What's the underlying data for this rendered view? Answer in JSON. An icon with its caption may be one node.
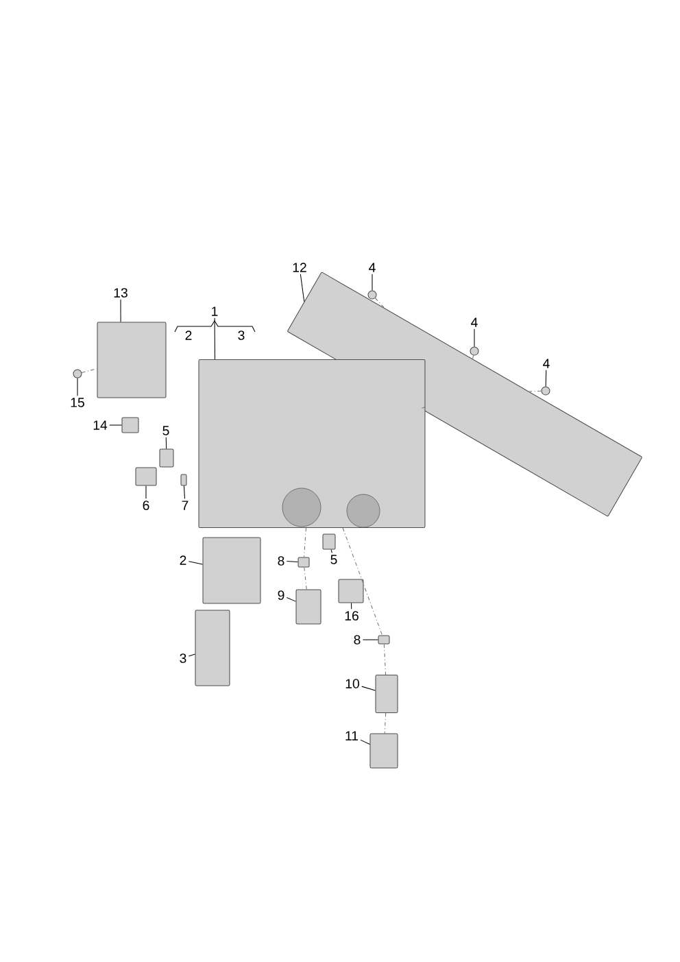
{
  "diagram": {
    "nodes": [
      {
        "text": [
          "13"
        ]
      },
      {
        "text": [
          "12"
        ]
      },
      {
        "text": [
          "4"
        ]
      },
      {
        "text": [
          "1"
        ]
      },
      {
        "text": [
          "4"
        ]
      },
      {
        "text": [
          "4"
        ]
      },
      {
        "text": [
          "15"
        ]
      },
      {
        "text": [
          "14"
        ]
      },
      {
        "text": [
          "5"
        ]
      },
      {
        "text": [
          "6"
        ]
      },
      {
        "text": [
          "7"
        ]
      },
      {
        "text": [
          "2"
        ]
      },
      {
        "text": [
          "8"
        ]
      },
      {
        "text": [
          "5"
        ]
      },
      {
        "text": [
          "9"
        ]
      },
      {
        "text": [
          "16"
        ]
      },
      {
        "text": [
          "8"
        ]
      },
      {
        "text": [
          "3"
        ]
      },
      {
        "text": [
          "10"
        ]
      },
      {
        "text": [
          "11"
        ]
      },
      {
        "text": [],
        "shape": "box"
      },
      {
        "text": [],
        "shape": "box"
      },
      {
        "text": [],
        "shape": "circle"
      },
      {
        "text": [],
        "shape": "box"
      },
      {
        "text": [],
        "shape": "circle"
      },
      {
        "text": [],
        "shape": "circle"
      },
      {
        "text": [],
        "shape": "circle"
      },
      {
        "text": [],
        "shape": "box"
      },
      {
        "text": [],
        "shape": "box"
      },
      {
        "text": [],
        "shape": "box"
      },
      {
        "text": [],
        "shape": "box"
      },
      {
        "text": [],
        "shape": "box"
      },
      {
        "text": [],
        "shape": "box"
      },
      {
        "text": [],
        "shape": "box"
      },
      {
        "text": [],
        "shape": "box"
      },
      {
        "text": [],
        "shape": "box"
      },
      {
        "text": [],
        "shape": "box"
      },
      {
        "text": [],
        "shape": "box"
      },
      {
        "text": [],
        "shape": "box"
      },
      {
        "text": [],
        "shape": "box"
      }
    ],
    "edges": [
      {
        "from": 0,
        "to": 20,
        "arrow": "none"
      },
      {
        "from": 1,
        "to": 21,
        "arrow": "none"
      },
      {
        "from": 2,
        "to": 22,
        "arrow": "none"
      },
      {
        "from": 3,
        "to": 23,
        "arrow": "none"
      },
      {
        "from": 4,
        "to": 24,
        "arrow": "none"
      },
      {
        "from": 5,
        "to": 25,
        "arrow": "none"
      },
      {
        "from": 6,
        "to": 26,
        "arrow": "none"
      },
      {
        "from": 7,
        "to": 27,
        "arrow": "none"
      },
      {
        "from": 8,
        "to": 28,
        "arrow": "none"
      },
      {
        "from": 9,
        "to": 29,
        "arrow": "none"
      },
      {
        "from": 10,
        "to": 30,
        "arrow": "none"
      },
      {
        "from": 11,
        "to": 31,
        "arrow": "none"
      },
      {
        "from": 12,
        "to": 32,
        "arrow": "none"
      },
      {
        "from": 13,
        "to": 33,
        "arrow": "none"
      },
      {
        "from": 14,
        "to": 34,
        "arrow": "none"
      },
      {
        "from": 15,
        "to": 35,
        "arrow": "none"
      },
      {
        "from": 16,
        "to": 36,
        "arrow": "none"
      },
      {
        "from": 17,
        "to": 37,
        "arrow": "none"
      },
      {
        "from": 18,
        "to": 38,
        "arrow": "none"
      },
      {
        "from": 19,
        "to": 39,
        "arrow": "none"
      },
      {
        "from": 26,
        "to": 20,
        "arrow": "none",
        "style": "dashed",
        "color": "#737373"
      },
      {
        "from": 23,
        "to": 21,
        "arrow": "none",
        "style": "dashed",
        "color": "#737373"
      },
      {
        "from": 22,
        "to": 21,
        "arrow": "none",
        "style": "dashed",
        "color": "#737373"
      },
      {
        "from": 24,
        "to": 21,
        "arrow": "none",
        "style": "dashed",
        "color": "#737373"
      },
      {
        "from": 25,
        "to": 21,
        "arrow": "none",
        "style": "dashed",
        "color": "#737373"
      },
      {
        "from": 23,
        "to": 32,
        "arrow": "none",
        "style": "dashed",
        "color": "#737373"
      },
      {
        "from": 32,
        "to": 34,
        "arrow": "none",
        "style": "dashed",
        "color": "#737373"
      },
      {
        "from": 23,
        "to": 36,
        "arrow": "none",
        "style": "dashed",
        "color": "#737373"
      },
      {
        "from": 36,
        "to": 38,
        "arrow": "none",
        "style": "dashed",
        "color": "#737373"
      },
      {
        "from": 38,
        "to": 39,
        "arrow": "none",
        "style": "dashed",
        "color": "#737373"
      }
    ],
    "labels": [
      "2",
      "3"
    ]
  }
}
